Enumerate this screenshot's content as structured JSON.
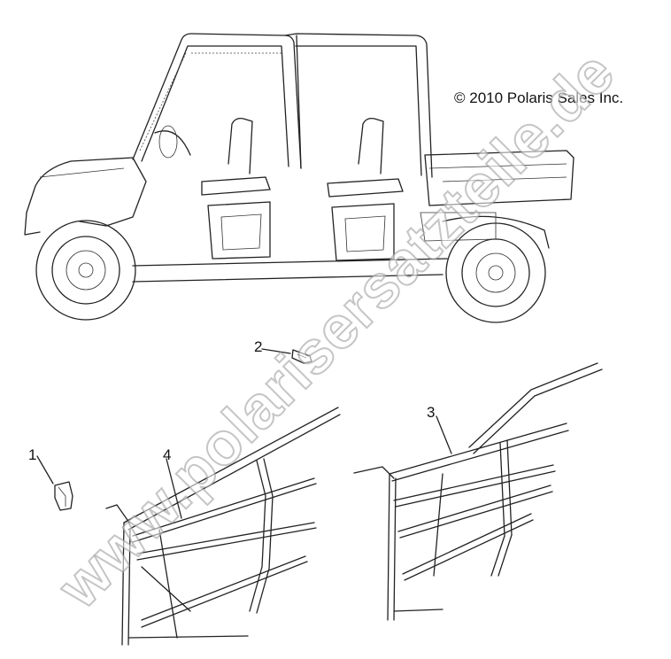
{
  "copyright": "© 2010 Polaris Sales Inc.",
  "watermark": "www.polarisersatzteile.de",
  "callouts": [
    {
      "label": "1"
    },
    {
      "label": "2"
    },
    {
      "label": "3"
    },
    {
      "label": "4"
    }
  ],
  "colors": {
    "line": "#222222",
    "background": "#ffffff",
    "watermark_outline": "#969696"
  }
}
